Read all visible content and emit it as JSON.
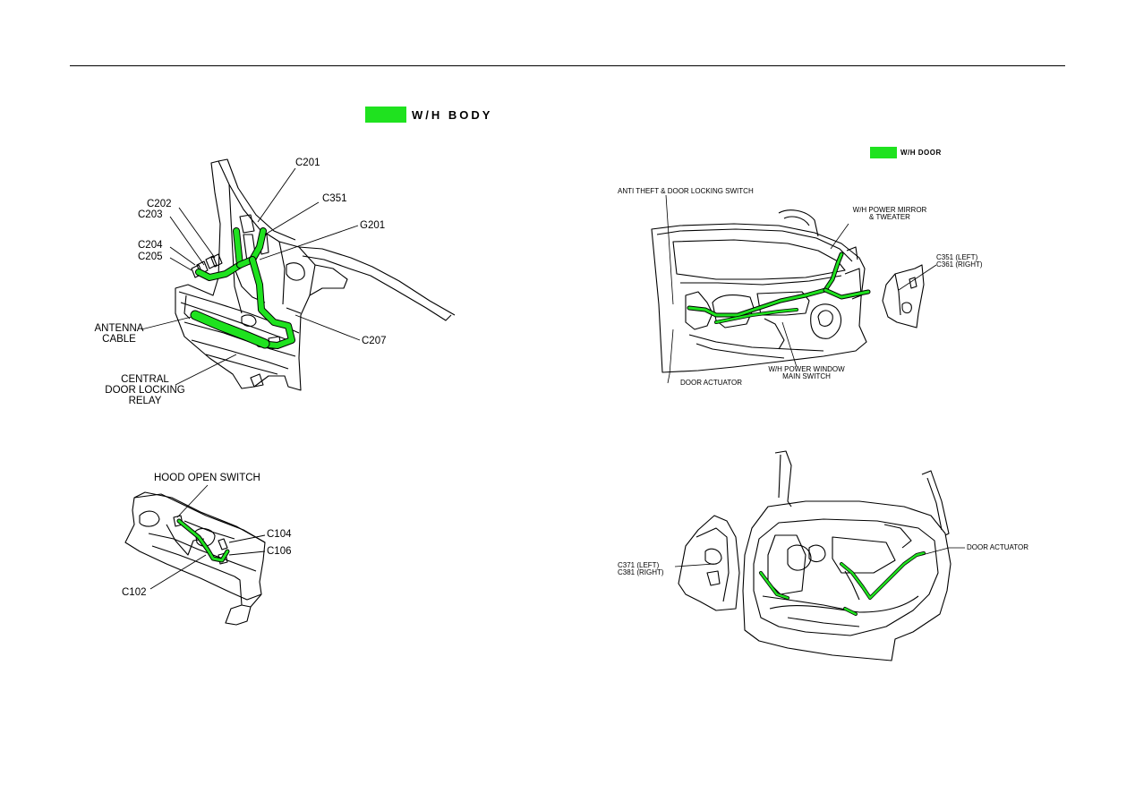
{
  "legend_body": "W/H  BODY",
  "legend_door": "W/H  DOOR",
  "colors": {
    "harness": "#1fe21f",
    "line": "#000000"
  },
  "labels": {
    "c201": "C201",
    "c351": "C351",
    "g201": "G201",
    "c202": "C202",
    "c203": "C203",
    "c204": "C204",
    "c205": "C205",
    "antenna_cable_1": "ANTENNA",
    "antenna_cable_2": "CABLE",
    "c207": "C207",
    "central_1": "CENTRAL",
    "central_2": "DOOR LOCKING",
    "central_3": "RELAY",
    "hood_open_switch": "HOOD OPEN SWITCH",
    "c104": "C104",
    "c106": "C106",
    "c102": "C102",
    "anti_theft": "ANTI THEFT & DOOR LOCKING SWITCH",
    "power_mirror_1": "W/H POWER MIRROR",
    "power_mirror_2": "& TWEATER",
    "c351_left": "C351 (LEFT)",
    "c361_right": "C361 (RIGHT)",
    "door_actuator_front": "DOOR ACTUATOR",
    "power_window_1": "W/H POWER WINDOW",
    "power_window_2": "MAIN SWITCH",
    "c371_left": "C371 (LEFT)",
    "c381_right": "C381 (RIGHT)",
    "door_actuator_rear": "DOOR ACTUATOR"
  }
}
